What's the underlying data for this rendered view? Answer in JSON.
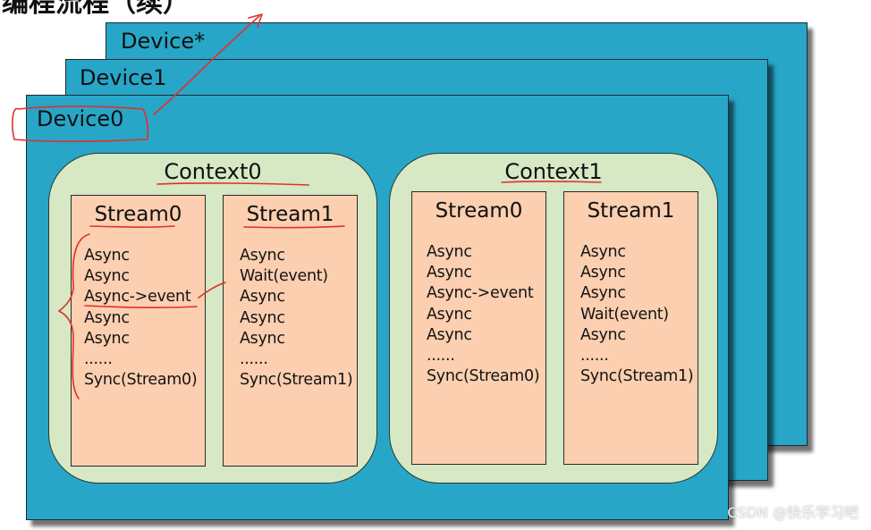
{
  "header_fragment": "编程流程（续）",
  "devices": [
    {
      "label": "Device*"
    },
    {
      "label": "Device1"
    },
    {
      "label": "Device0"
    }
  ],
  "contexts": [
    {
      "label": "Context0",
      "streams": [
        {
          "label": "Stream0",
          "ops": [
            "Async",
            "Async",
            "Async->event",
            "Async",
            "Async",
            "......",
            "Sync(Stream0)"
          ]
        },
        {
          "label": "Stream1",
          "ops": [
            "Async",
            "Wait(event)",
            "Async",
            "Async",
            "Async",
            "......",
            "Sync(Stream1)"
          ]
        }
      ]
    },
    {
      "label": "Context1",
      "streams": [
        {
          "label": "Stream0",
          "ops": [
            "Async",
            "Async",
            "Async->event",
            "Async",
            "Async",
            "......",
            "Sync(Stream0)"
          ]
        },
        {
          "label": "Stream1",
          "ops": [
            "Async",
            "Async",
            "Async",
            "Wait(event)",
            "Async",
            "......",
            "Sync(Stream1)"
          ]
        }
      ]
    }
  ],
  "watermark": "CSDN @快乐学习吧",
  "colors": {
    "device_fill": "#27a6c8",
    "context_fill": "#d6e8c4",
    "stream_fill": "#fbcfb0",
    "annotation_ink": "#e0302a"
  }
}
